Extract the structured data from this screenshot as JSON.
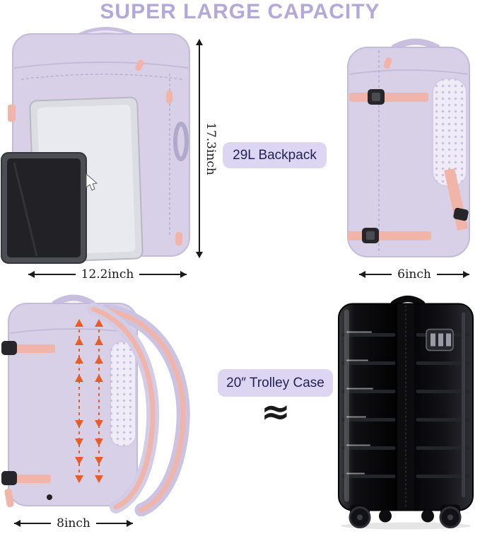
{
  "title": "SUPER LARGE CAPACITY",
  "backpack": {
    "label": "29L Backpack",
    "height": "17.3inch",
    "width": "12.2inch",
    "depth": "6inch",
    "expanded_depth": "8inch"
  },
  "trolley": {
    "label": "20″ Trolley Case",
    "approx_symbol": "≈"
  },
  "colors": {
    "title_text": "#b3a8d9",
    "callout_bg": "#ddd6f2",
    "callout_text": "#222258",
    "backpack_body": "#d7d0e7",
    "strap_pink": "#f0b5a8",
    "expansion_arrow": "#e85c28",
    "suitcase_black": "#0c0c0e",
    "dimension_color": "#1b1b1b"
  }
}
